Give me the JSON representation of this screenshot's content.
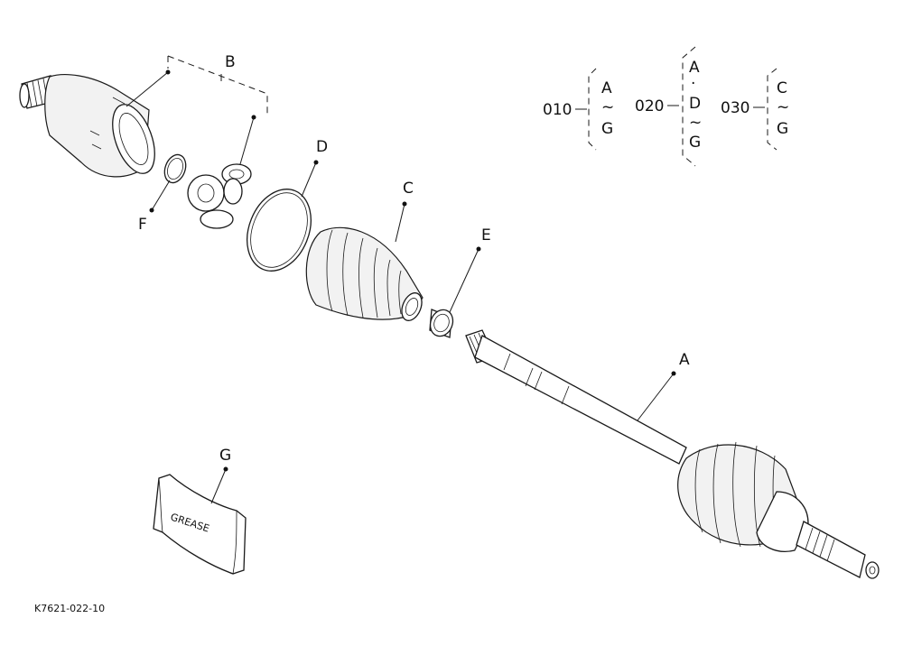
{
  "callouts": {
    "A": "A",
    "B": "B",
    "C": "C",
    "D": "D",
    "E": "E",
    "F": "F",
    "G": "G"
  },
  "grease_text": "GREASE",
  "ref_code": "K7621-022-10",
  "codes": [
    {
      "num": "010",
      "lines": [
        "A",
        "~",
        "G"
      ]
    },
    {
      "num": "020",
      "lines": [
        "A",
        "·",
        "D",
        "~",
        "G"
      ]
    },
    {
      "num": "030",
      "lines": [
        "C",
        "~",
        "G"
      ]
    }
  ]
}
